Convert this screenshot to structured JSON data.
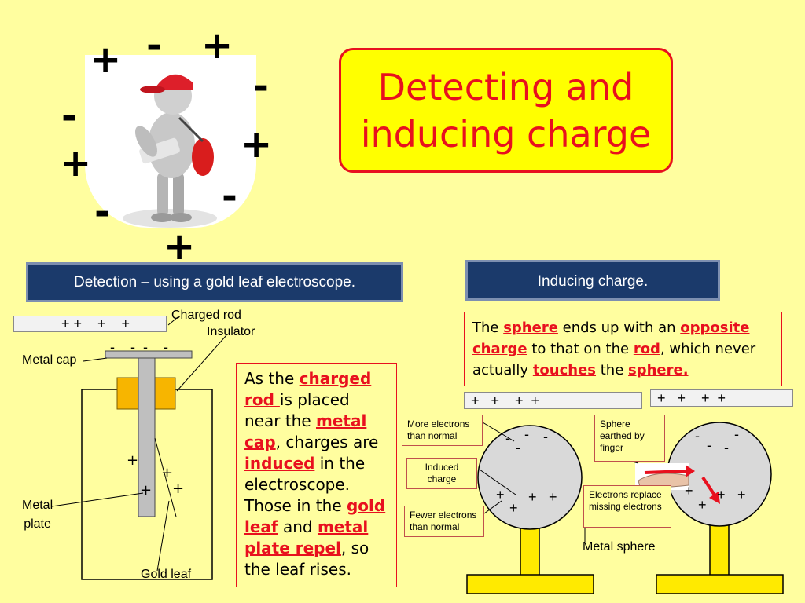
{
  "title": {
    "line1": "Detecting and",
    "line2": "inducing charge"
  },
  "banners": {
    "detection": "Detection – using a gold leaf electroscope.",
    "inducing": "Inducing charge."
  },
  "electroscope": {
    "rod_signs": "+ +    +    +",
    "cap_signs": "-    -  -    -",
    "labels": {
      "charged_rod": "Charged rod",
      "insulator": "Insulator",
      "metal_cap": "Metal cap",
      "metal_plate_1": "Metal",
      "metal_plate_2": "plate",
      "gold_leaf": "Gold leaf"
    },
    "explanation": {
      "p1": "As the ",
      "h1": "charged rod ",
      "p2": "is placed near the ",
      "h2": "metal cap",
      "p3": ", charges are ",
      "h3": "induced",
      "p4": " in the electroscope. Those in the ",
      "h4": "gold leaf",
      "p5": " and ",
      "h5": "metal plate repel",
      "p6": ", so the leaf rises."
    }
  },
  "inducing": {
    "explanation": {
      "p1": "The ",
      "h1": "sphere",
      "p2": " ends up with an ",
      "h2": "opposite charge",
      "p3": " to that on the ",
      "h3": "rod",
      "p4": ", which never actually ",
      "h4": "touches",
      "p5": " the ",
      "h5": "sphere."
    },
    "rod_signs": "+   +    +  +",
    "labels": {
      "more_electrons": "More electrons than normal",
      "induced_charge": "Induced charge",
      "fewer_electrons": "Fewer electrons than normal",
      "sphere_earthed": "Sphere earthed by finger",
      "electrons_replace": "Electrons replace missing electrons",
      "metal_sphere": "Metal sphere"
    }
  },
  "colors": {
    "background": "#fffe9f",
    "accent_red": "#e8101e",
    "banner_blue": "#1b3a6b",
    "title_fill": "#ffff00",
    "cap_orange": "#f7b500",
    "stand_yellow": "#ffea00"
  },
  "signs": {
    "plus": "+",
    "minus": "-"
  }
}
